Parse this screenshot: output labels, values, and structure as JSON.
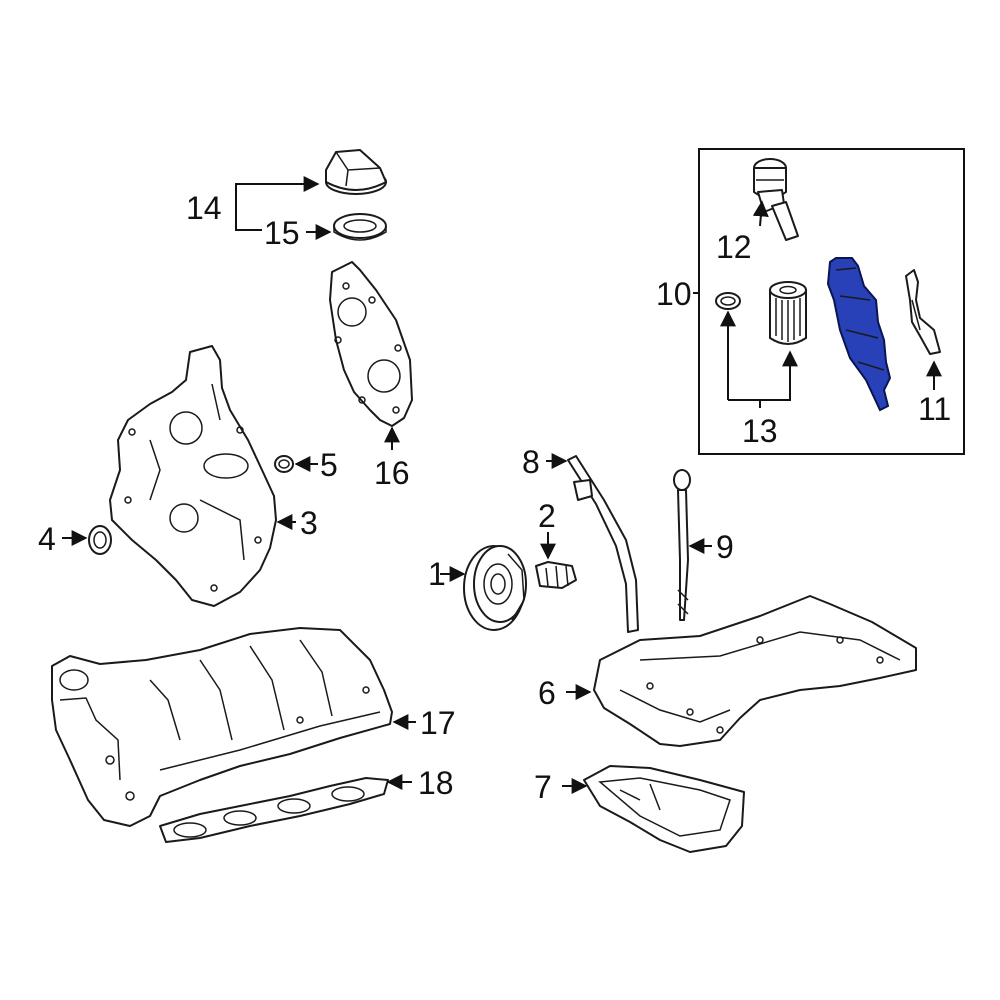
{
  "diagram": {
    "highlight_color": "#2840b8",
    "line_color": "#1a1a1a",
    "callouts": [
      "1",
      "2",
      "3",
      "4",
      "5",
      "6",
      "7",
      "8",
      "9",
      "10",
      "11",
      "12",
      "13",
      "14",
      "15",
      "16",
      "17",
      "18"
    ],
    "highlighted_part": "10"
  }
}
